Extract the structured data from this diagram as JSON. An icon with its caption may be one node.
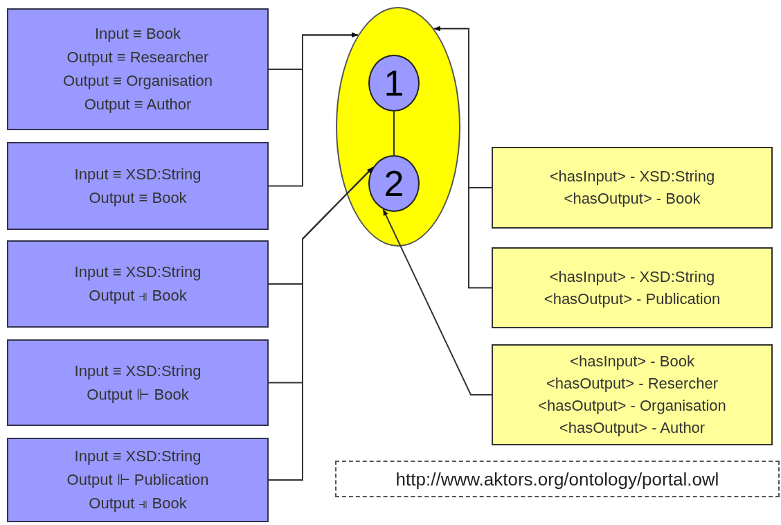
{
  "diagram": {
    "nodes": [
      {
        "text": [
          "Input ≡ Book",
          "Output ≡ Researcher",
          "Output ≡ Organisation",
          "Output ≡ Author"
        ]
      },
      {
        "text": [
          "Input ≡ XSD:String",
          "Output ≡ Book"
        ]
      },
      {
        "text": [
          "Input ≡ XSD:String",
          "Output ⫣ Book"
        ]
      },
      {
        "text": [
          "Input ≡ XSD:String",
          "Output ⊩ Book"
        ]
      },
      {
        "text": [
          "Input ≡ XSD:String",
          "Output ⊩ Publication",
          "Output ⫣ Book"
        ]
      },
      {
        "text": [],
        "shape": "ellipse"
      },
      {
        "text": [
          "1"
        ],
        "in": 5
      },
      {
        "text": [
          "2"
        ],
        "in": 5
      },
      {
        "text": [
          "<hasInput> - XSD:String",
          "<hasOutput> - Book"
        ]
      },
      {
        "text": [
          "<hasInput> - XSD:String",
          "<hasOutput> - Publication"
        ]
      },
      {
        "text": [
          "<hasInput> - Book",
          "<hasOutput> - Resercher",
          "<hasOutput> - Organisation",
          "<hasOutput> - Author"
        ]
      },
      {
        "text": [
          "http://www.aktors.org/ontology/portal.owl"
        ]
      }
    ],
    "edges": [
      {
        "from": 0,
        "to": 5,
        "arrow": "to"
      },
      {
        "from": 1,
        "to": 5,
        "arrow": "to"
      },
      {
        "from": 2,
        "to": 7,
        "arrow": "to"
      },
      {
        "from": 3,
        "to": 7,
        "arrow": "to"
      },
      {
        "from": 4,
        "to": 7,
        "arrow": "to"
      },
      {
        "from": 6,
        "to": 7,
        "arrow": "none"
      },
      {
        "from": 8,
        "to": 5,
        "arrow": "to"
      },
      {
        "from": 9,
        "to": 5,
        "arrow": "to"
      },
      {
        "from": 10,
        "to": 7,
        "arrow": "to"
      }
    ]
  }
}
